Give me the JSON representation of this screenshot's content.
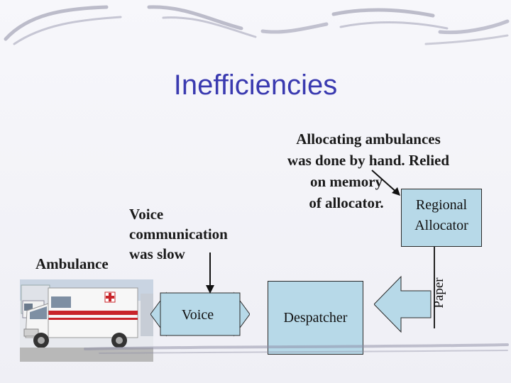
{
  "slide": {
    "title": "Inefficiencies",
    "allocating_note": {
      "line1": "Allocating ambulances",
      "line2": "was done by hand. Relied",
      "line3": "on memory",
      "line4": "of allocator."
    },
    "voice_note": {
      "line1": "Voice",
      "line2": "communication",
      "line3": "was slow"
    },
    "ambulance_label": "Ambulance",
    "boxes": {
      "regional": {
        "line1": "Regional",
        "line2": "Allocator"
      },
      "despatcher": "Despatcher",
      "voice": "Voice"
    },
    "paper_label": "Paper"
  },
  "colors": {
    "title": "#3a3ab0",
    "box_fill": "#b7d9e8",
    "background": "#f2f2f7"
  },
  "icons": [
    "ambulance-photo",
    "arrow-down-icon",
    "arrow-diagonal-icon",
    "paper-arrow-icon"
  ]
}
